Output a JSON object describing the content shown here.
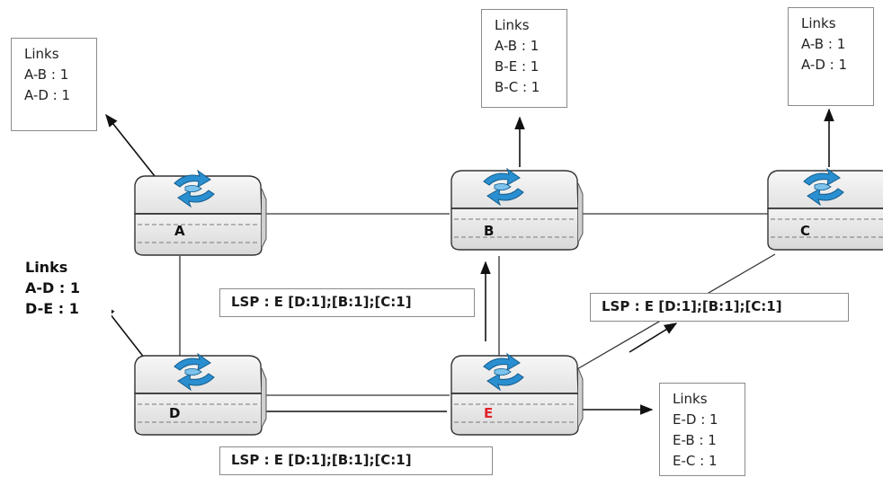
{
  "routers": [
    {
      "id": "A",
      "label": "A",
      "color": "#111111"
    },
    {
      "id": "B",
      "label": "B",
      "color": "#111111"
    },
    {
      "id": "C",
      "label": "C",
      "color": "#111111"
    },
    {
      "id": "D",
      "label": "D",
      "color": "#111111"
    },
    {
      "id": "E",
      "label": "E",
      "color": "#e0242a"
    }
  ],
  "link_tables": {
    "A": {
      "title": "Links",
      "rows": [
        "A-B : 1",
        "A-D : 1"
      ]
    },
    "B": {
      "title": "Links",
      "rows": [
        "A-B : 1",
        "B-E : 1",
        "B-C : 1"
      ]
    },
    "C": {
      "title": "Links",
      "rows": [
        "A-B : 1",
        "A-D : 1"
      ]
    },
    "D": {
      "title": "Links",
      "rows": [
        "A-D : 1",
        "D-E : 1"
      ]
    },
    "E": {
      "title": "Links",
      "rows": [
        "E-D : 1",
        "E-B : 1",
        "E-C : 1"
      ]
    }
  },
  "lsp_messages": {
    "to_b": "LSP : E [D:1];[B:1];[C:1]",
    "to_c": "LSP : E [D:1];[B:1];[C:1]",
    "to_d": "LSP : E [D:1];[B:1];[C:1]"
  },
  "colors": {
    "router_icon": "#2a8fd0",
    "router_body": "#eeeeee",
    "stroke": "#222222",
    "origin_label": "#e0242a"
  },
  "icon": "router-icon"
}
